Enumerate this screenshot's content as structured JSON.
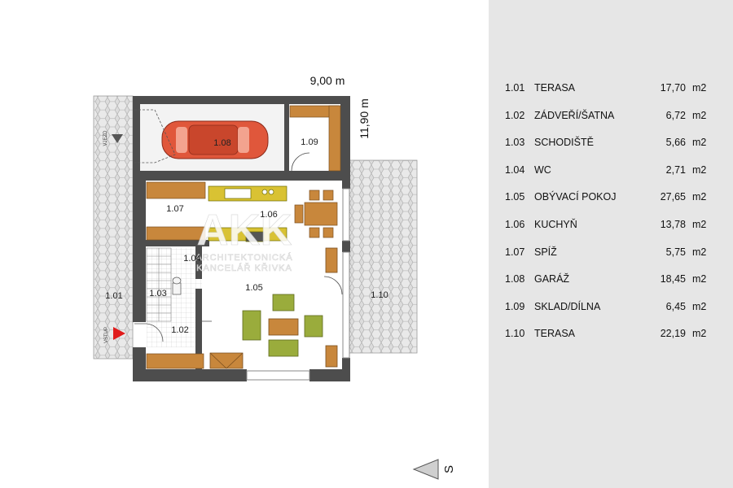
{
  "dimensions": {
    "width_label": "9,00 m",
    "height_label": "11,90 m"
  },
  "entrance_labels": {
    "garage": "VJEZD",
    "house": "VSTUP"
  },
  "compass": {
    "label": "S"
  },
  "watermark": {
    "logo": "AKK",
    "line1": "ARCHITEKTONICKÁ",
    "line2": "KANCELÁŘ KŘIVKA"
  },
  "colors": {
    "wall": "#4d4d4d",
    "wood": "#c8873c",
    "furniture_green": "#9aac3c",
    "car": "#e0573b",
    "terrace": "#d9d9d9",
    "legend_bg": "#e6e6e6"
  },
  "rooms": [
    {
      "number": "1.01",
      "name": "TERASA",
      "area": "17,70",
      "unit": "m2"
    },
    {
      "number": "1.02",
      "name": "ZÁDVEŘÍ/ŠATNA",
      "area": "6,72",
      "unit": "m2"
    },
    {
      "number": "1.03",
      "name": "SCHODIŠTĚ",
      "area": "5,66",
      "unit": "m2"
    },
    {
      "number": "1.04",
      "name": "WC",
      "area": "2,71",
      "unit": "m2"
    },
    {
      "number": "1.05",
      "name": "OBÝVACÍ POKOJ",
      "area": "27,65",
      "unit": "m2"
    },
    {
      "number": "1.06",
      "name": "KUCHYŇ",
      "area": "13,78",
      "unit": "m2"
    },
    {
      "number": "1.07",
      "name": "SPÍŽ",
      "area": "5,75",
      "unit": "m2"
    },
    {
      "number": "1.08",
      "name": "GARÁŽ",
      "area": "18,45",
      "unit": "m2"
    },
    {
      "number": "1.09",
      "name": "SKLAD/DÍLNA",
      "area": "6,45",
      "unit": "m2"
    },
    {
      "number": "1.10",
      "name": "TERASA",
      "area": "22,19",
      "unit": "m2"
    }
  ]
}
